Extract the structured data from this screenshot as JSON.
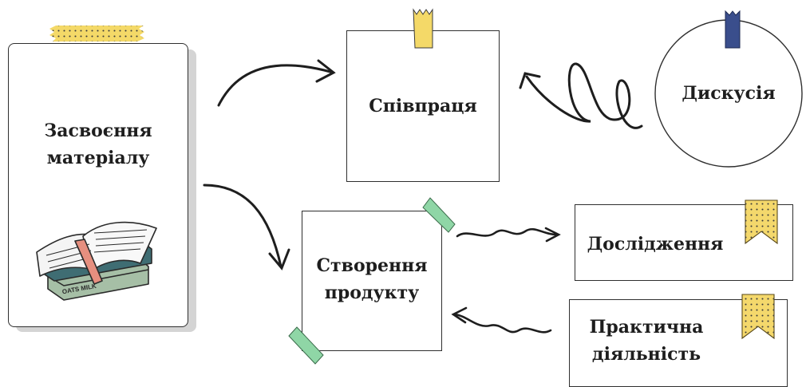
{
  "nodes": {
    "main": {
      "label": "Засвоєння матеріалу"
    },
    "collaboration": {
      "label": "Співпраця"
    },
    "discussion": {
      "label": "Дискусія"
    },
    "product": {
      "label": "Створення продукту"
    },
    "research": {
      "label": "Дослідження"
    },
    "practice": {
      "label": "Практична діяльність"
    }
  },
  "book_cover_text": "OATS MILK",
  "colors": {
    "tape_yellow": "#f4d968",
    "tape_dots": "#3a3a3a",
    "tape_navy": "#3a4e8c",
    "tape_green": "#8fd6a6",
    "ribbon_yellow": "#f4d86c",
    "ink": "#1e1e1e",
    "book_teal": "#3f6d73",
    "book_sage": "#a6bfa6",
    "book_ribbon": "#e68f7f"
  }
}
